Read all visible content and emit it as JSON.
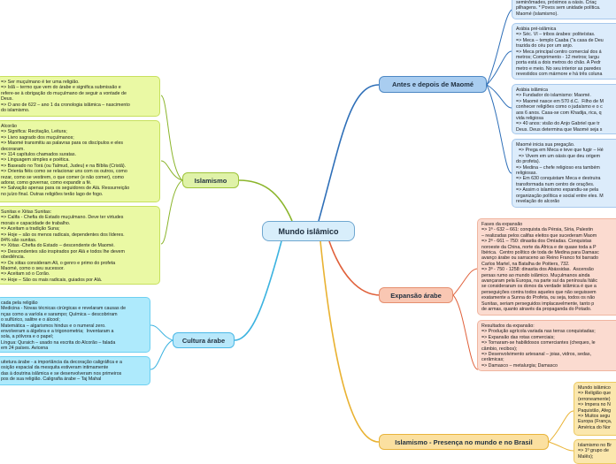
{
  "central": {
    "title": "Mundo islâmico"
  },
  "branches": {
    "antes": {
      "title": "Antes e depois de Maomé"
    },
    "islamismo": {
      "title": "Islamismo"
    },
    "cultura": {
      "title": "Cultura árabe"
    },
    "expansao": {
      "title": "Expansão árabe"
    },
    "presenca": {
      "title": "Islamismo - Presença no mundo e no Brasil"
    }
  },
  "notes": {
    "antes_1": "seminômades, próximos a oásis. Criaç\npilhagens. * Povos sem unidade política.\nMaomé (islamismo).",
    "antes_2": "Arábia pré-islâmica\n=> Séc. VI – tribos árabes: politeístas.\n=> Meca – templo Caaba (\"a casa de Deu\ntrazida do céu por um anjo.\n=> Meca principal centro comercial dos á\nmetros; Comprimento - 12 metros; largu\nporta está a dois metros do chão. A Pedr\nmetro e meio. No seu interior as paredes\nrevestidos com mármore e há três coluna",
    "antes_3": "Arábia islâmica\n=> Fundador do islamismo: Maomé.\n=> Maomé nasce em 570 d.C.  Filho de M\nconhecer religiões como o judaísmo e o c\naos 6 anos. Casa-se com Khadija, rica, q\nvida religiosa\n=> 40 anos: visão do Anjo Gabriel que tr\nDeus. Deus determina que Maomé seja s",
    "antes_4": "Maomé inicia sua pregação.\n  => Prega em Meca e teve que fugir – Hé\n  => Vivem em um oásis que deu origem\ndo profeta).\n=> Medina – chefe religioso era também\nreligiosas.\n=> Em 630 conquistam Meca e destruira\ntransformada num centro de orações.\n=> Assim o islamismo expandiu-se pela\norganização política e social entre eles. M\nrevelação do alcorão",
    "isl_1": "=> Ser muçulmano é ter uma religião.\n=> Islã – termo que vem do árabe e significa submissão e\nrefere-se à obrigação do muçulmano de seguir a vontade de\nDeus.\n=> O ano de 622 – ano 1 da cronologia islâmica – nascimento\ndo islamismo.",
    "isl_2": "Alcorão\n=> Significa: Recitação, Leitura;\n=> Livro sagrado dos muçulmanos;\n=> Maomé transmitiu as palavras para os discípulos e eles\ndecoraram.\n=> 114 capítulos chamados suratas.\n=> Linguagem simples e poética.\n=> Baseado no Torá (ou Talmud, Judeu) e na Bíblia (Cristã).\n=> Orienta fiéis como se relacionar uns com os outros, como\nrezar, como se vestirem, o que comer (e não comer), como\nadorar, como governar, como expandir a fé.\n=> Salvação apenas para os seguidores de Alá. Ressurreição\nno juízo final. Outras religiões terão lago de fogo.",
    "isl_3": "Sunitas e Xiitas Sunitas:\n=> Califa - Chefia do Estado muçulmano. Deve ter virtudes\nmorais e capacidade de trabalho.\n=> Aceitam a tradição Suna;\n=> Hoje – são os menos radicais, dependentes dos líderes.\n84% são sunitas.\n=> Xiitas -Chefia do Estado – descendente de Maomé.\n=> Descendentes são inspirados por Alá e todos lhe devem\nobediência.\n=> Os xiitas consideram Ali, o genro e primo do profeta\nMaomé, como o seu sucessor.\n=> Aceitam só o Corão.\n=> Hoje – São os mais radicais, guiados por Alá.",
    "cul_1": "cada pela religião\nMedicina - Novas técnicas cirúrgicas e revelaram causas de\nnças como a varíola e sarampo; Química – descobriram\no sulfúrico, salitre e o álcool;\nMatemática – algarismos hindus e o numeral zero.\nenvolveram a álgebra e a trigonometria;  Inventaram a\nsola, a pólvora e o papel;\nLíngua: Quraich – usado na escrita do Alcorão – falada\nem 24 países. Avicena",
    "cul_2": "uitetura árabe - a importância da decoração caligráfica e a\nosição espacial da mesquita estiveram intimamente\ndas à doutrina islâmica e se desenvolveram nos primeiros\npos de sua religião. Caligrafia árabe – Taj Mahal",
    "exp_1": "Fases da expansão\n=> 1ª - 632 – 661: conquista da Pérsia, Síria, Palestin\n– realizadas pelos califas eleitos que sucederam Maom\n=> 2ª - 661 – 750: dinastia dos Omíadas. Conquistas\nnoroeste da China, norte da África e de quase toda a P\nIbérica.  Centro político de toda de Medina para Damasc\navanço árabe ou sarraceno ao Reino Franco foi barrado\nCarlos Martel, na Batalha de Poitiers, 732.\n=> 3ª - 750 - 1258: dinastia dos Abássidas.  Ascensão\npersas rumo ao mundo islâmico. Muçulmanos ainda\navançaram pela Europa, na parte sul da península Itálic\nse consideraram os donos da verdade islâmica é que a\nperseguições contra todos aqueles que não seguissem\nexatamente a Sunna do Profeta, ou seja, todos os não\nSunitas, seriam perseguidos implacavelmente, tanto p\nde armas, quanto através da propaganda do Potado.",
    "exp_2": "Resultados da expansão:\n=> Produção agrícola variada nas terras conquistadas;\n=> Expansão das rotas comerciais;\n=> Tornaram-se habilidosos comerciantes (cheques, le\ncâmbio, recibos);\n=> Desenvolvimento artesanal – joias, vidros, sedas,\ncerâmicas;\n=> Damasco – metalurgia; Damasco",
    "pres_1": "Mundo islâmico\n=> Religião que\n(erroneamente)\n=> Impera no N\nPaquistão, Afeg\n=> Muitos segu\nEuropa (França,\nAmérica do Nor",
    "pres_2": "Islamismo no Br\n=> 1º grupo de\nMalês);"
  }
}
